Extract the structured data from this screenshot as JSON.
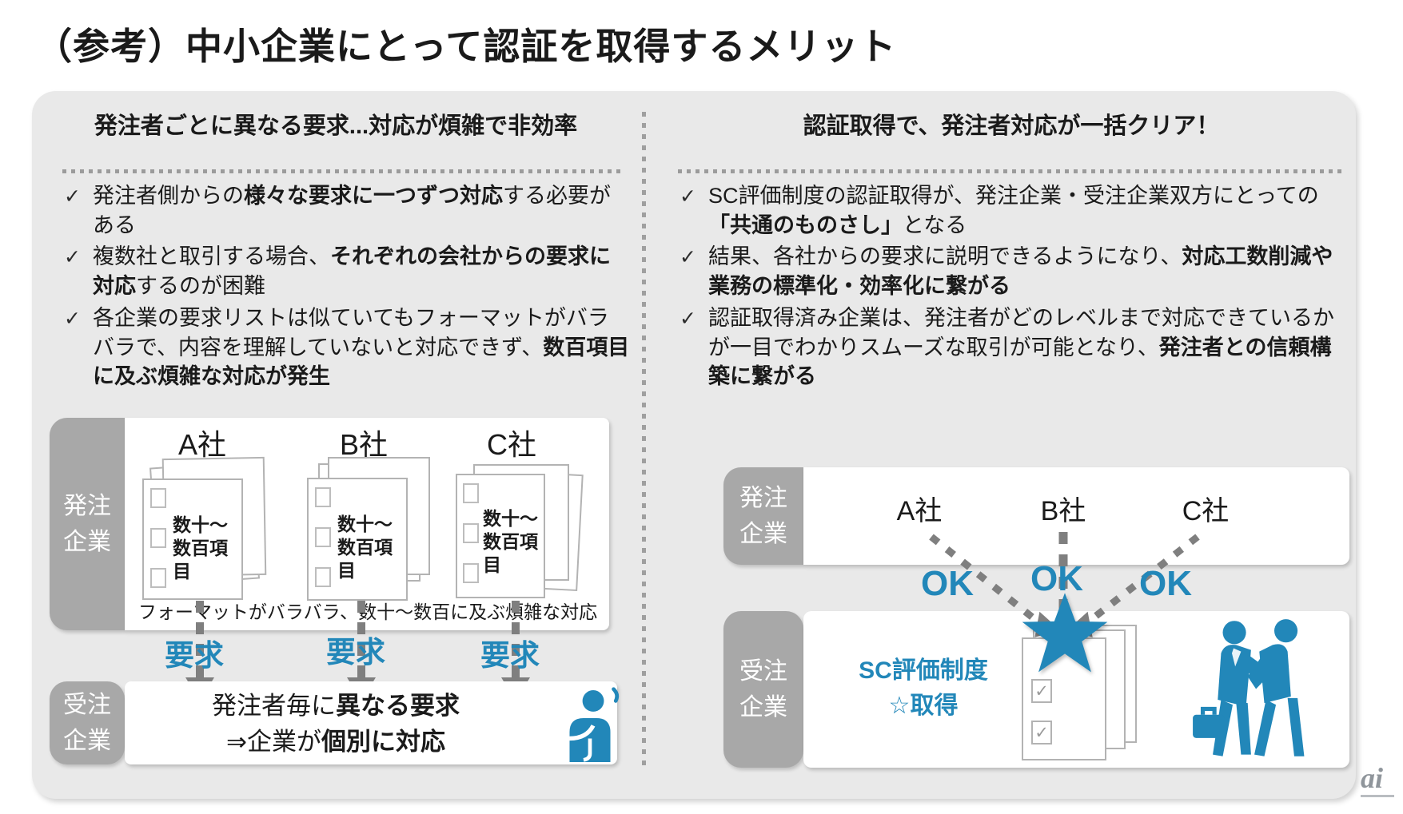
{
  "page": {
    "title": "（参考）中小企業にとって認証を取得するメリット",
    "bullet_glyph": "✓",
    "watermark": "ai"
  },
  "colors": {
    "accent_blue": "#2287b9",
    "tab_gray": "#a8a8a8",
    "arrow_gray": "#7f7f7f",
    "panel_bg": "#e9e9e9"
  },
  "left": {
    "header": "発注者ごとに異なる要求...対応が煩雑で非効率",
    "bullets": [
      [
        {
          "t": "発注者側からの"
        },
        {
          "t": "様々な要求に一つずつ対応",
          "b": true
        },
        {
          "t": "する必要がある"
        }
      ],
      [
        {
          "t": "複数社と取引する場合、"
        },
        {
          "t": "それぞれの会社からの要求に対応",
          "b": true
        },
        {
          "t": "するのが困難"
        }
      ],
      [
        {
          "t": "各企業の要求リストは似ていてもフォーマットがバラバラで、内容を理解していないと対応できず、"
        },
        {
          "t": "数百項目に及ぶ煩雑な対応が発生",
          "b": true
        }
      ]
    ],
    "diagram": {
      "orderer_label": "発注企業",
      "receiver_label": "受注企業",
      "companies": [
        "A社",
        "B社",
        "C社"
      ],
      "doc_text": "数十～\n数百項目",
      "caption": "フォーマットがバラバラ、数十～数百に及ぶ煩雑な対応",
      "arrow_label": "要求",
      "result_line1": [
        {
          "t": "発注者毎に"
        },
        {
          "t": "異なる要求",
          "b": true
        }
      ],
      "result_line2": [
        {
          "t": "⇒企業が"
        },
        {
          "t": "個別に対応",
          "b": true
        }
      ]
    }
  },
  "right": {
    "header": "認証取得で、発注者対応が一括クリア！",
    "bullets": [
      [
        {
          "t": "SC評価制度の認証取得が、発注企業・受注企業双方にとっての"
        },
        {
          "t": "「共通のものさし」",
          "b": true
        },
        {
          "t": "となる"
        }
      ],
      [
        {
          "t": "結果、各社からの要求に説明できるようになり、"
        },
        {
          "t": "対応工数削減や業務の標準化・効率化に繋がる",
          "b": true
        }
      ],
      [
        {
          "t": "認証取得済み企業は、発注者がどのレベルまで対応できているかが一目でわかりスムーズな取引が可能となり、"
        },
        {
          "t": "発注者との信頼構築に繋がる",
          "b": true
        }
      ]
    ],
    "diagram": {
      "orderer_label": "発注企業",
      "receiver_label": "受注企業",
      "companies": [
        "A社",
        "B社",
        "C社"
      ],
      "ok_label": "OK",
      "cert_line1": "SC評価制度",
      "cert_line2": "☆取得"
    }
  }
}
